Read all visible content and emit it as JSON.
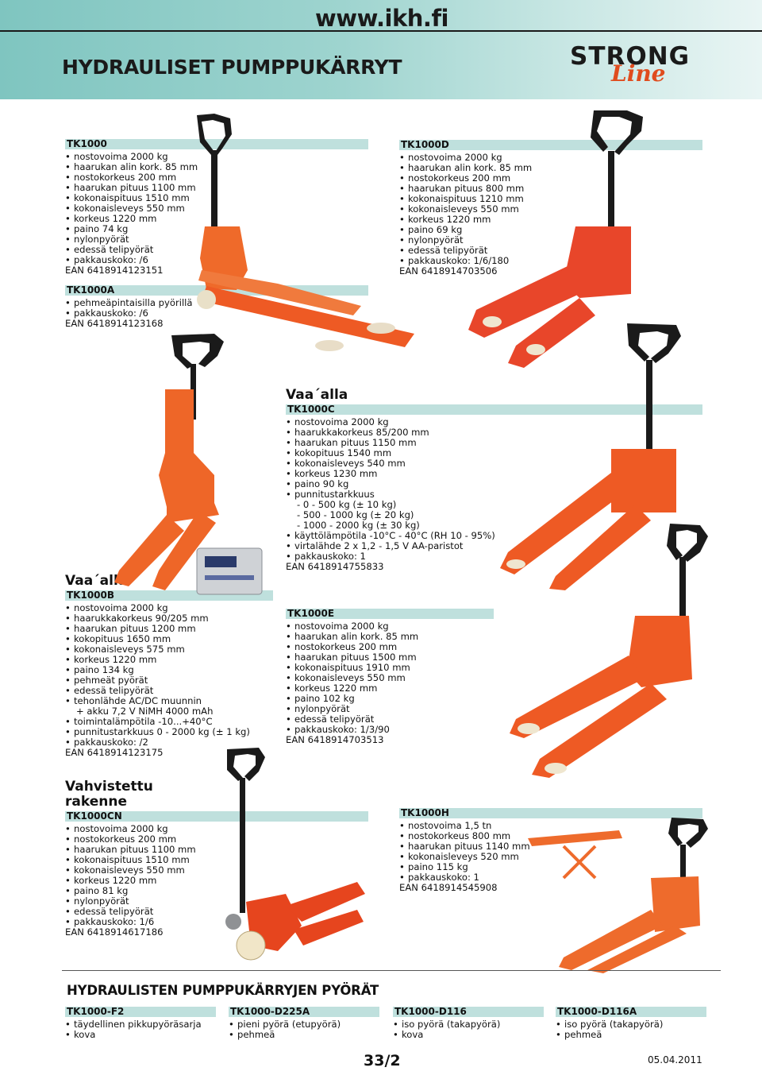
{
  "header": {
    "site_url": "www.ikh.fi",
    "title": "HYDRAULISET PUMPPUKÄRRYT",
    "logo_top": "STRONG",
    "logo_bottom": "Line"
  },
  "products": {
    "tk1000": {
      "code": "TK1000",
      "specs": [
        "nostovoima 2000 kg",
        "haarukan alin kork. 85 mm",
        "nostokorkeus 200 mm",
        "haarukan pituus 1100 mm",
        "kokonaispituus 1510 mm",
        "kokonaisleveys 550 mm",
        "korkeus 1220 mm",
        "paino 74 kg",
        "nylonpyörät",
        "edessä telipyörät",
        "pakkauskoko: /6"
      ],
      "ean": "EAN 6418914123151"
    },
    "tk1000a": {
      "code": "TK1000A",
      "specs": [
        "pehmeäpintaisilla pyörillä",
        "pakkauskoko: /6"
      ],
      "ean": "EAN 6418914123168"
    },
    "tk1000d": {
      "code": "TK1000D",
      "specs": [
        "nostovoima 2000 kg",
        "haarukan alin kork. 85 mm",
        "nostokorkeus 200 mm",
        "haarukan pituus 800 mm",
        "kokonaispituus 1210 mm",
        "kokonaisleveys 550 mm",
        "korkeus 1220 mm",
        "paino 69 kg",
        "nylonpyörät",
        "edessä telipyörät",
        "pakkauskoko: 1/6/180"
      ],
      "ean": "EAN 6418914703506"
    },
    "tk1000c": {
      "section": "Vaa´alla",
      "code": "TK1000C",
      "specs": [
        "nostovoima 2000 kg",
        "haarukkakorkeus 85/200 mm",
        "haarukan pituus 1150 mm",
        "kokopituus 1540 mm",
        "kokonaisleveys 540 mm",
        "korkeus 1230 mm",
        "paino 90 kg",
        "punnitustarkkuus"
      ],
      "sub": [
        "- 0 - 500 kg (± 10 kg)",
        "- 500 - 1000 kg (± 20 kg)",
        "- 1000 - 2000 kg (± 30 kg)"
      ],
      "specs2": [
        "käyttölämpötila -10°C - 40°C (RH 10 - 95%)",
        "virtalähde 2 x 1,2 - 1,5 V AA-paristot",
        "pakkauskoko: 1"
      ],
      "ean": "EAN 6418914755833"
    },
    "tk1000b": {
      "section": "Vaa´alla",
      "code": "TK1000B",
      "specs": [
        "nostovoima 2000 kg",
        "haarukkakorkeus 90/205 mm",
        "haarukan pituus 1200 mm",
        "kokopituus 1650 mm",
        "kokonaisleveys 575 mm",
        "korkeus 1220 mm",
        "paino 134 kg",
        "pehmeät pyörät",
        "edessä telipyörät",
        "tehonlähde AC/DC muunnin"
      ],
      "sub": [
        "+ akku 7,2 V NiMH 4000 mAh"
      ],
      "specs2": [
        "toimintalämpötila -10...+40°C",
        "punnitustarkkuus 0 - 2000 kg (± 1 kg)",
        "pakkauskoko: /2"
      ],
      "ean": "EAN 6418914123175"
    },
    "tk1000e": {
      "code": "TK1000E",
      "specs": [
        "nostovoima 2000 kg",
        "haarukan alin kork. 85 mm",
        "nostokorkeus 200 mm",
        "haarukan pituus 1500 mm",
        "kokonaispituus 1910 mm",
        "kokonaisleveys 550 mm",
        "korkeus 1220 mm",
        "paino 102 kg",
        "nylonpyörät",
        "edessä telipyörät",
        "pakkauskoko: 1/3/90"
      ],
      "ean": "EAN 6418914703513"
    },
    "tk1000cn": {
      "section_line1": "Vahvistettu",
      "section_line2": "rakenne",
      "code": "TK1000CN",
      "specs": [
        "nostovoima 2000 kg",
        "nostokorkeus 200 mm",
        "haarukan pituus 1100 mm",
        "kokonaispituus 1510 mm",
        "kokonaisleveys 550 mm",
        "korkeus 1220 mm",
        "paino 81 kg",
        "nylonpyörät",
        "edessä telipyörät",
        "pakkauskoko: 1/6"
      ],
      "ean": "EAN 6418914617186"
    },
    "tk1000h": {
      "code": "TK1000H",
      "specs": [
        "nostovoima 1,5 tn",
        "nostokorkeus 800 mm",
        "haarukan pituus 1140 mm",
        "kokonaisleveys 520 mm",
        "paino 115 kg",
        "pakkauskoko: 1"
      ],
      "ean": "EAN 6418914545908"
    }
  },
  "wheels": {
    "title": "HYDRAULISTEN PUMPPUKÄRRYJEN PYÖRÄT",
    "items": [
      {
        "code": "TK1000-F2",
        "specs": [
          "täydellinen pikkupyöräsarja",
          "kova"
        ]
      },
      {
        "code": "TK1000-D225A",
        "specs": [
          "pieni pyörä (etupyörä)",
          "pehmeä"
        ]
      },
      {
        "code": "TK1000-D116",
        "specs": [
          "iso pyörä (takapyörä)",
          "kova"
        ]
      },
      {
        "code": "TK1000-D116A",
        "specs": [
          "iso pyörä (takapyörä)",
          "pehmeä"
        ]
      }
    ]
  },
  "footer": {
    "page": "33/2",
    "date": "05.04.2011"
  },
  "colors": {
    "header_gradient_start": "#7fc5c0",
    "code_bar": "#bfe0dd",
    "product_orange": "#ee5a24",
    "handle_black": "#1a1a1a",
    "logo_red": "#e04c1e"
  }
}
